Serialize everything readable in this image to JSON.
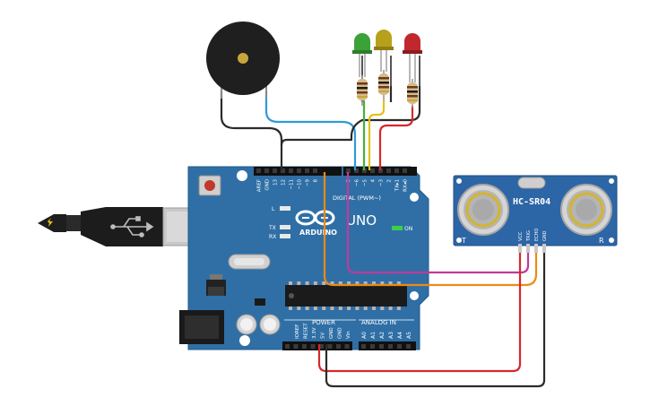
{
  "board": {
    "logo_text": "ARDUINO",
    "model_text": "UNO",
    "on_label": "ON",
    "digital_header_label": "DIGITAL (PWM~)",
    "power_label": "POWER",
    "analog_label": "ANALOG IN",
    "l_label": "L",
    "tx_label": "TX",
    "rx_label": "RX",
    "digital_pins": [
      "AREF",
      "GND",
      "13",
      "12",
      "~11",
      "~10",
      "~9",
      "8",
      "7",
      "~6",
      "~5",
      "4",
      "~3",
      "2",
      "TX▸1",
      "RX◂0"
    ],
    "power_pins": [
      "IOREF",
      "RESET",
      "3.3V",
      "5V",
      "GND",
      "GND",
      "Vin"
    ],
    "analog_pins": [
      "A0",
      "A1",
      "A2",
      "A3",
      "A4",
      "A5"
    ],
    "color": "#2f6fa6"
  },
  "sensor": {
    "name": "HC-SR04",
    "left_mark": "T",
    "right_mark": "R",
    "pins": [
      "VCC",
      "TRIG",
      "ECHO",
      "GND"
    ],
    "color": "#2c66a6"
  },
  "leds": [
    {
      "color": "#3aa236"
    },
    {
      "color": "#b7a11b"
    },
    {
      "color": "#c0282d"
    }
  ],
  "wire_colors": {
    "black": "#2b2b2b",
    "blue": "#2e9bd6",
    "green": "#4caf3a",
    "yellow": "#e3c21b",
    "red": "#d8282a",
    "magenta": "#c03a9c",
    "orange": "#ef8a12"
  },
  "icons": [
    "buzzer-icon",
    "usb-cable-icon",
    "usb-symbol-icon",
    "dc-jack-icon"
  ]
}
